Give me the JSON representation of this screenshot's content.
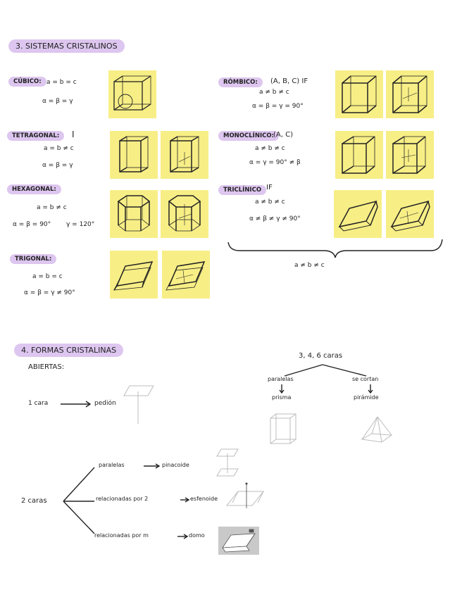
{
  "sections": {
    "systems_title": "3. SISTEMAS CRISTALINOS",
    "forms_title": "4. FORMAS CRISTALINAS"
  },
  "systems": {
    "cubico": {
      "name": "CÚBICO:",
      "eq1": "a = b = c",
      "eq2": "α = β = γ"
    },
    "tetragonal": {
      "name": "TETRAGONAL:",
      "mark": "I",
      "eq1": "a = b ≠ c",
      "eq2": "α = β = γ"
    },
    "hexagonal": {
      "name": "HEXAGONAL:",
      "eq1": "a = b ≠ c",
      "eq2": "α = β = 90°",
      "eq3": "γ = 120°"
    },
    "trigonal": {
      "name": "TRIGONAL:",
      "eq1": "a = b = c",
      "eq2": "α = β = γ ≠ 90°"
    },
    "rombico": {
      "name": "RÓMBICO:",
      "note": "(A, B, C) IF",
      "eq1": "a ≠ b ≠ c",
      "eq2": "α = β = γ = 90°"
    },
    "monoclinico": {
      "name": "MONOCLÍNICO:",
      "note": "(A, C)",
      "eq1": "a ≠ b ≠ c",
      "eq2": "α = γ = 90° ≠ β"
    },
    "triclinico": {
      "name": "TRICLÍNICO",
      "note": "IF",
      "eq1": "a ≠ b ≠ c",
      "eq2": "α ≠ β ≠ γ ≠ 90°"
    },
    "brace_label": "a ≠ b ≠ c"
  },
  "forms": {
    "abiertas": "ABIERTAS:",
    "one_face": "1 cara",
    "pedion": "pedión",
    "faces_346": "3, 4, 6 caras",
    "paralelas_short": "paralelas",
    "se_cortan": "se cortan",
    "prisma": "prisma",
    "piramide": "pirámide",
    "two_faces": "2 caras",
    "paralelas": "paralelas",
    "pinacoide": "pinacoide",
    "rel_c2": "relacionadas por 2",
    "esfenoide": "esfenoide",
    "rel_m": "relacionadas por m",
    "domo": "domo"
  },
  "colors": {
    "highlight": "#ddc6ef",
    "sticky": "#f7ee86",
    "ink": "#1f1f1f"
  }
}
